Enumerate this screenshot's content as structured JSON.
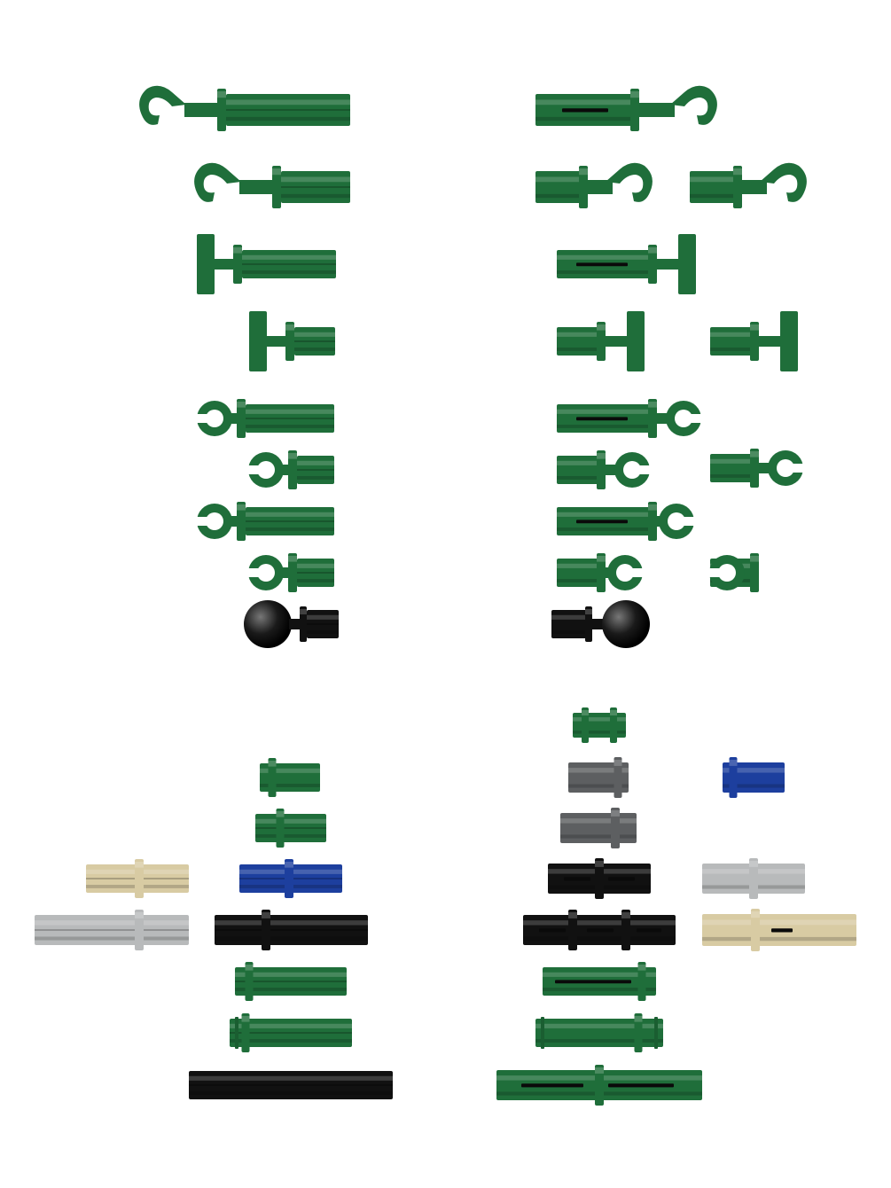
{
  "colors": {
    "green": "#1f6e3a",
    "green_light": "#2f8a4c",
    "green_dark": "#14502a",
    "black": "#111111",
    "black_light": "#333333",
    "gray_dark": "#5d5f61",
    "gray_light": "#b8babb",
    "blue": "#1d3f9e",
    "tan": "#d8cba3",
    "slot": "#0a0a0a",
    "background": "#ffffff"
  },
  "parts": [
    {
      "name": "hook-axle-long-left",
      "kind": "hook-axle",
      "color": "green",
      "facing": "left"
    },
    {
      "name": "hook-pin-long-right",
      "kind": "hook-pin",
      "color": "green",
      "facing": "right"
    },
    {
      "name": "hook-axle-short-left",
      "kind": "hook-axle",
      "color": "green",
      "facing": "left"
    },
    {
      "name": "hook-pin-short-right",
      "kind": "hook-pin",
      "color": "green",
      "facing": "right"
    },
    {
      "name": "hook-pin-short-right-2",
      "kind": "hook-pin",
      "color": "green",
      "facing": "right"
    },
    {
      "name": "bar-axle-long-left",
      "kind": "bar-axle",
      "color": "green",
      "facing": "left"
    },
    {
      "name": "bar-pin-long-right",
      "kind": "bar-pin",
      "color": "green",
      "facing": "right"
    },
    {
      "name": "bar-axle-short-left",
      "kind": "bar-axle",
      "color": "green",
      "facing": "left"
    },
    {
      "name": "bar-pin-short-right",
      "kind": "bar-pin",
      "color": "green",
      "facing": "right"
    },
    {
      "name": "bar-pin-short-right-2",
      "kind": "bar-pin",
      "color": "green",
      "facing": "right"
    },
    {
      "name": "clip-axle-long-left",
      "kind": "clip-axle",
      "color": "green",
      "facing": "left"
    },
    {
      "name": "clip-pin-long-right",
      "kind": "clip-pin",
      "color": "green",
      "facing": "right"
    },
    {
      "name": "clip-axle-short-left",
      "kind": "clip-axle",
      "color": "green",
      "facing": "left"
    },
    {
      "name": "clip-pin-short-right",
      "kind": "clip-pin",
      "color": "green",
      "facing": "right"
    },
    {
      "name": "clip-pin-short-right-2",
      "kind": "clip-pin",
      "color": "green",
      "facing": "right"
    },
    {
      "name": "ball-axle-left",
      "kind": "ball-axle",
      "color": "black",
      "facing": "left"
    },
    {
      "name": "ball-pin-right",
      "kind": "ball-pin",
      "color": "black",
      "facing": "right"
    },
    {
      "name": "double-pin-small",
      "kind": "double-pin",
      "color": "green"
    },
    {
      "name": "pin-half-green",
      "kind": "pin-half",
      "color": "green"
    },
    {
      "name": "pin-half-gray-dark",
      "kind": "pin-half",
      "color": "gray_dark"
    },
    {
      "name": "pin-half-blue",
      "kind": "pin-half",
      "color": "blue"
    },
    {
      "name": "axle-pin-green",
      "kind": "axle-pin",
      "color": "green"
    },
    {
      "name": "pin-gray-dark",
      "kind": "pin-half",
      "color": "gray_dark"
    },
    {
      "name": "axle-pin-tan",
      "kind": "axle-pin",
      "color": "tan"
    },
    {
      "name": "axle-pin-blue",
      "kind": "axle-pin",
      "color": "blue"
    },
    {
      "name": "pin-long-black",
      "kind": "pin-slot",
      "color": "black"
    },
    {
      "name": "pin-long-gray-light",
      "kind": "pin-plain",
      "color": "gray_light"
    },
    {
      "name": "axle-pin-gray-light",
      "kind": "axle-pin",
      "color": "gray_light"
    },
    {
      "name": "axle-pin-black-long",
      "kind": "axle-pin",
      "color": "black"
    },
    {
      "name": "pin-3l-black",
      "kind": "pin-slot",
      "color": "black"
    },
    {
      "name": "pin-3l-tan",
      "kind": "pin-slot",
      "color": "tan"
    },
    {
      "name": "axle-pin-green-2",
      "kind": "axle-plain",
      "color": "green"
    },
    {
      "name": "pin-green-2",
      "kind": "pin-slot",
      "color": "green"
    },
    {
      "name": "axle-pin-green-3",
      "kind": "axle-pin",
      "color": "green"
    },
    {
      "name": "pin-green-3",
      "kind": "pin-plain",
      "color": "green"
    },
    {
      "name": "axle-black-long",
      "kind": "axle-plain",
      "color": "black"
    },
    {
      "name": "pin-green-4l",
      "kind": "pin-slot",
      "color": "green"
    }
  ]
}
